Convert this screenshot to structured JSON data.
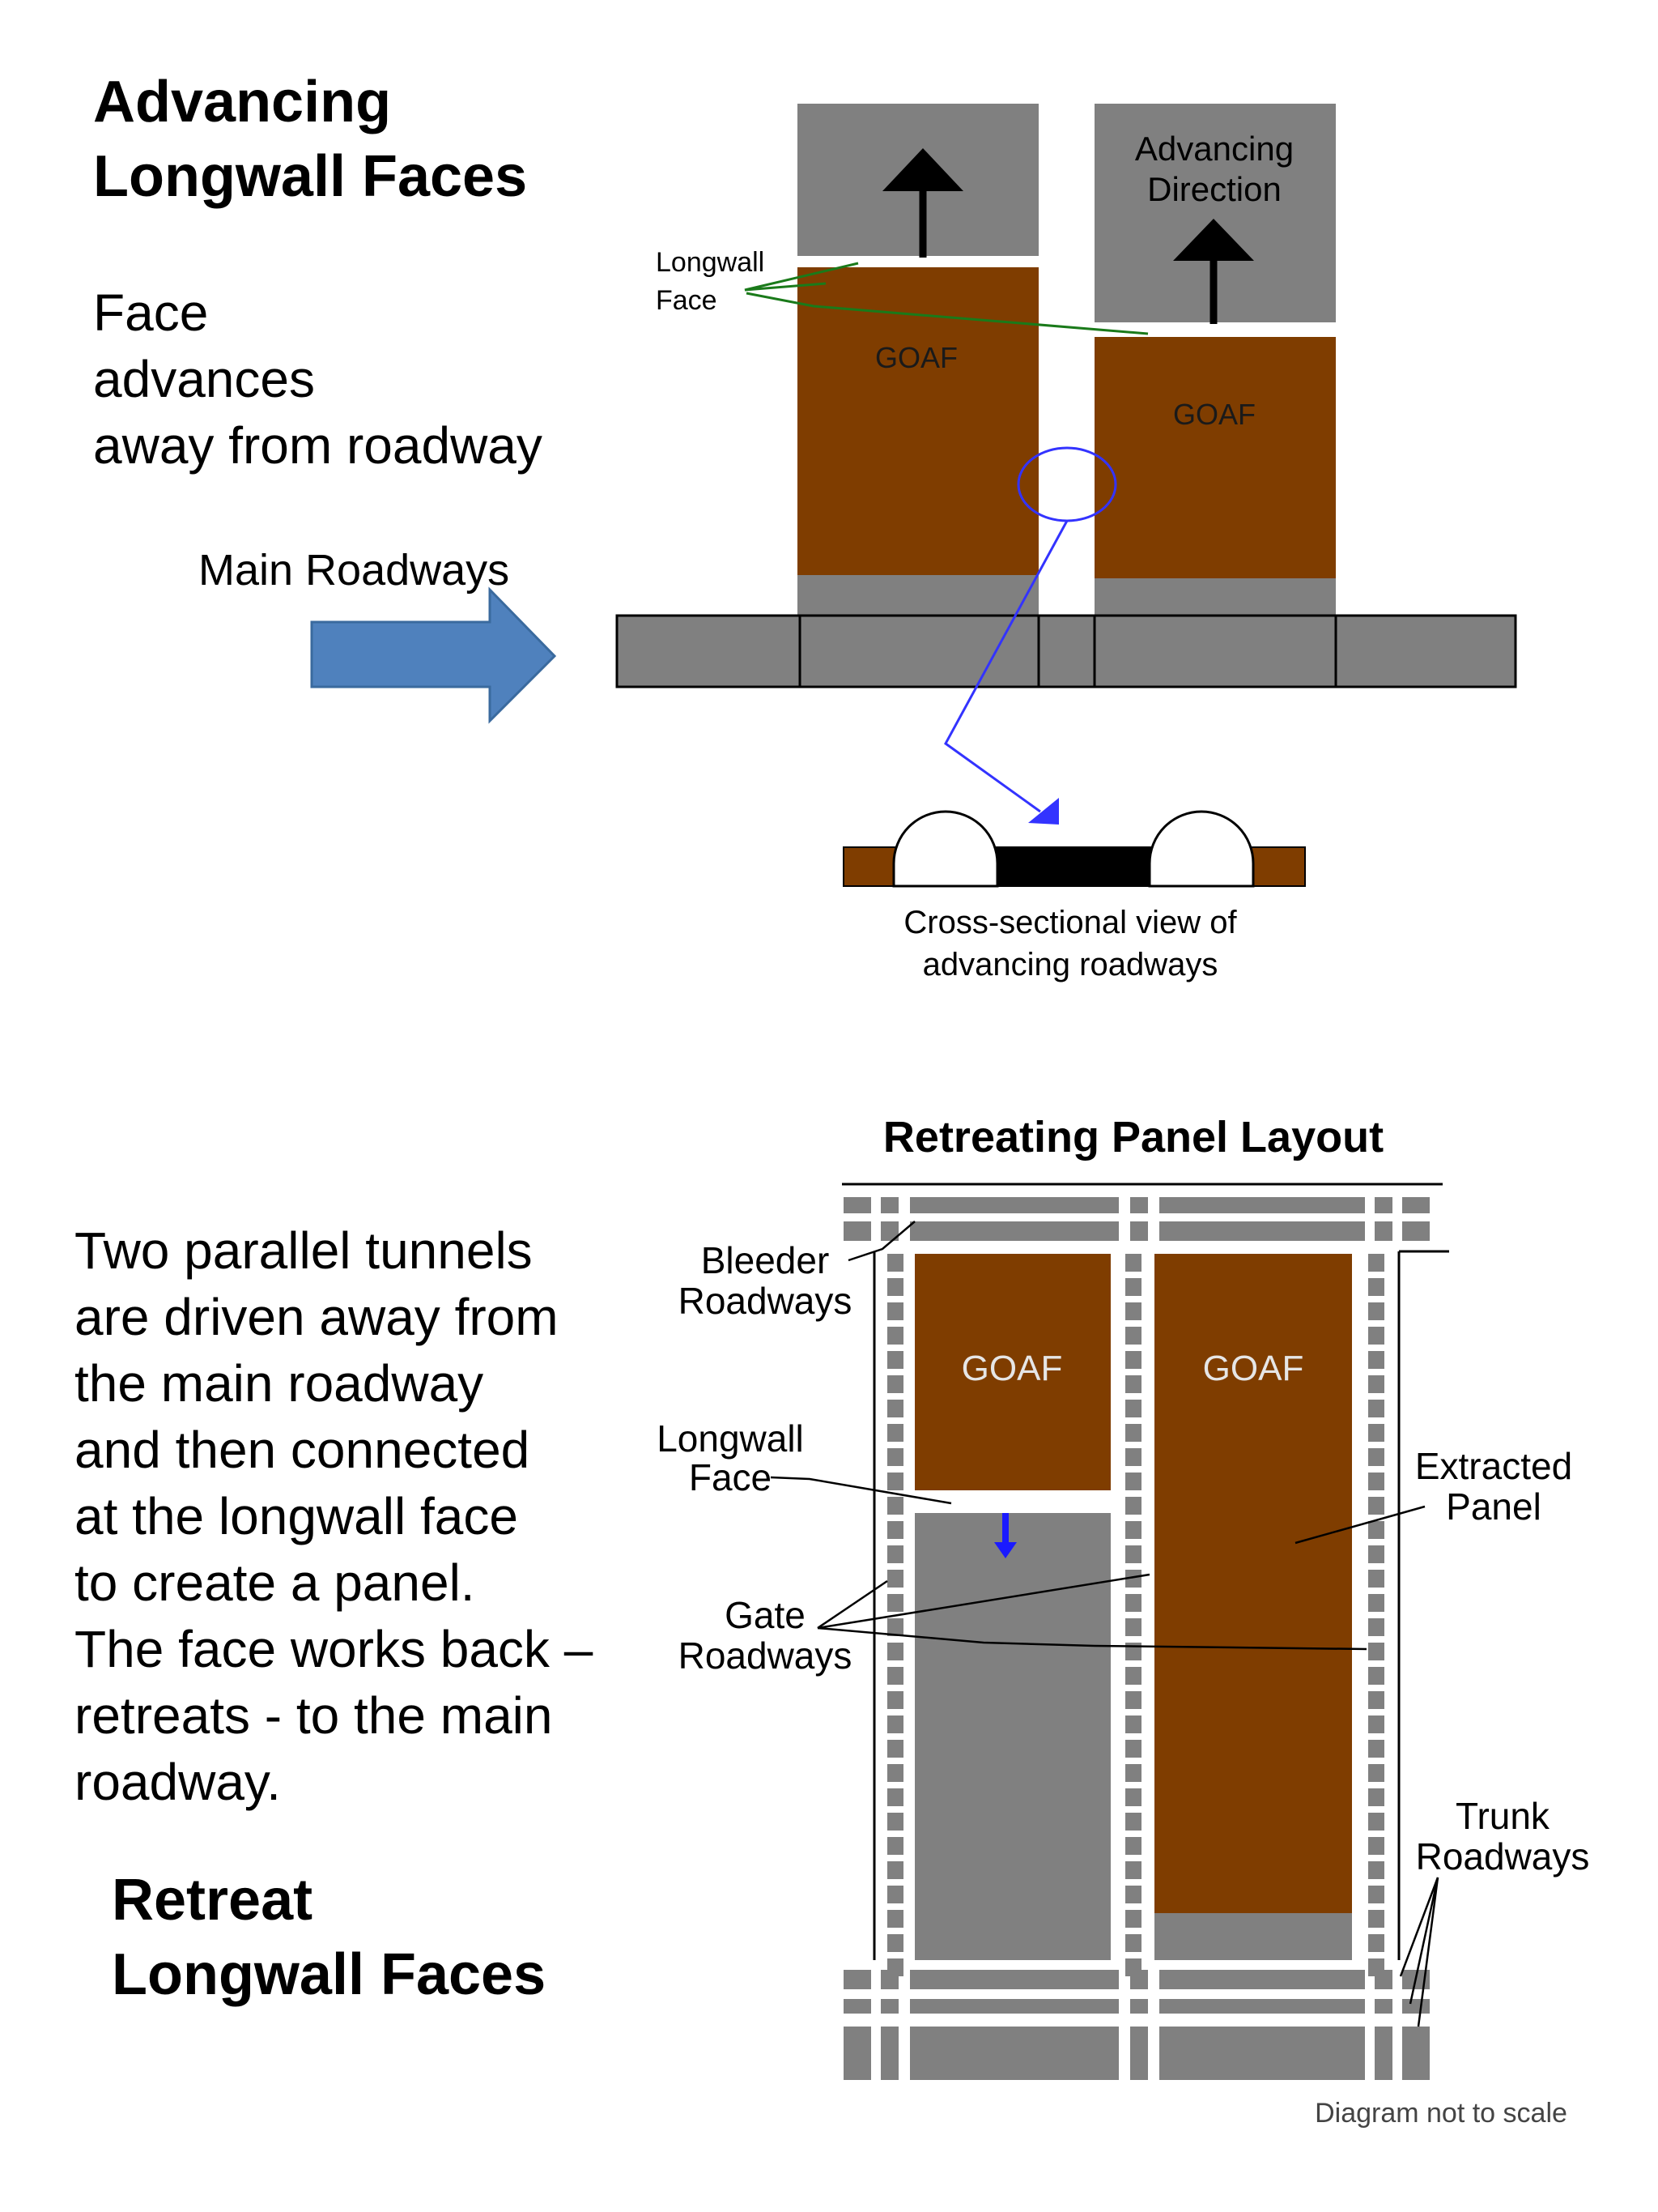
{
  "advancing": {
    "title_line1": "Advancing",
    "title_line2": "Longwall Faces",
    "desc_line1": "Face",
    "desc_line2": "advances",
    "desc_line3": "away from roadway",
    "main_roadways_label": "Main Roadways",
    "longwall_label_line1": "Longwall",
    "longwall_label_line2": "Face",
    "direction_label_line1": "Advancing",
    "direction_label_line2": "Direction",
    "goaf_left": "GOAF",
    "goaf_right": "GOAF",
    "cross_section_line1": "Cross-sectional view of",
    "cross_section_line2": "advancing roadways"
  },
  "retreat": {
    "panel_title": "Retreating Panel Layout",
    "desc_lines": [
      "Two parallel tunnels",
      "are driven away from",
      "the main roadway",
      "and then connected",
      "at the longwall face",
      "to create a panel.",
      "The face works back –",
      "retreats - to the main",
      "roadway."
    ],
    "title_line1": "Retreat",
    "title_line2": "Longwall Faces",
    "bleeder_line1": "Bleeder",
    "bleeder_line2": "Roadways",
    "longwall_line1": "Longwall",
    "longwall_line2": "Face",
    "gate_line1": "Gate",
    "gate_line2": "Roadways",
    "extracted_line1": "Extracted",
    "extracted_line2": "Panel",
    "trunk_line1": "Trunk",
    "trunk_line2": "Roadways",
    "goaf_left": "GOAF",
    "goaf_right": "GOAF",
    "note": "Diagram not to scale"
  },
  "colors": {
    "goaf_brown": "#7f3d00",
    "rock_gray": "#808080",
    "arrow_blue": "#4f81bd",
    "leader_green": "#1a7a1a",
    "leader_blue": "#3333ff"
  }
}
